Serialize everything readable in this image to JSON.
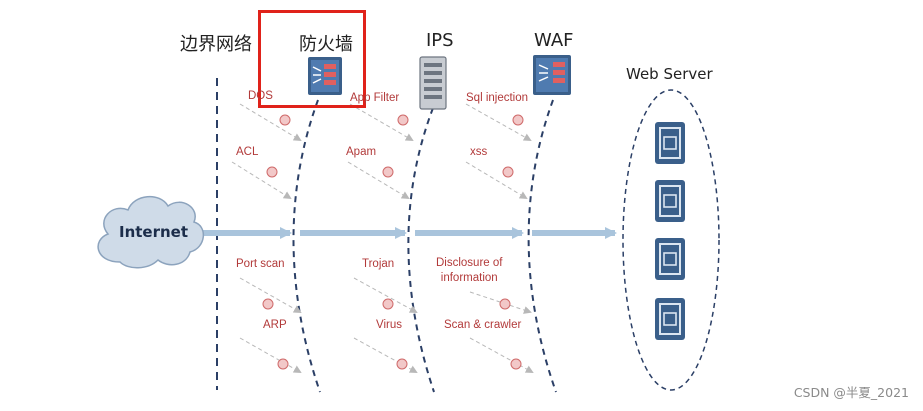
{
  "headers": {
    "boundary": "边界网络",
    "firewall": "防火墙",
    "ips": "IPS",
    "waf": "WAF",
    "web_server": "Web Server"
  },
  "internet": "Internet",
  "threats": {
    "firewall_upper": [
      "DOS",
      "ACL"
    ],
    "firewall_lower": [
      "Port scan",
      "ARP"
    ],
    "ips_upper": [
      "App Filter",
      "Apam"
    ],
    "ips_lower": [
      "Trojan",
      "Virus"
    ],
    "waf_upper": [
      "Sql injection",
      "xss"
    ],
    "waf_lower_1": [
      "Disclosure of",
      "information"
    ],
    "waf_lower_2": "Scan & crawler"
  },
  "watermark": "CSDN @半夏_2021",
  "colors": {
    "highlight": "#e0221a",
    "flow_arrow": "#a9c4dc",
    "device": "#3a5f8a",
    "threat_text": "#b23a3a",
    "cloud": "#cfdbe8"
  }
}
